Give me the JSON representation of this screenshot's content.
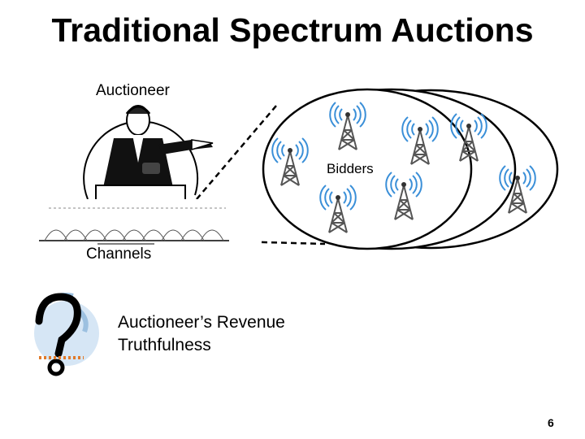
{
  "slide": {
    "title": "Traditional Spectrum Auctions",
    "labels": {
      "auctioneer": "Auctioneer",
      "bidders": "Bidders",
      "channels": "Channels"
    },
    "bullets": [
      "Auctioneer’s Revenue",
      "Truthfulness"
    ],
    "page_number": "6"
  },
  "icons": {
    "auctioneer": "auctioneer-figure-icon",
    "channels": "channel-spectrum-icon",
    "tower": "antenna-tower-icon",
    "question": "question-mark-icon"
  }
}
